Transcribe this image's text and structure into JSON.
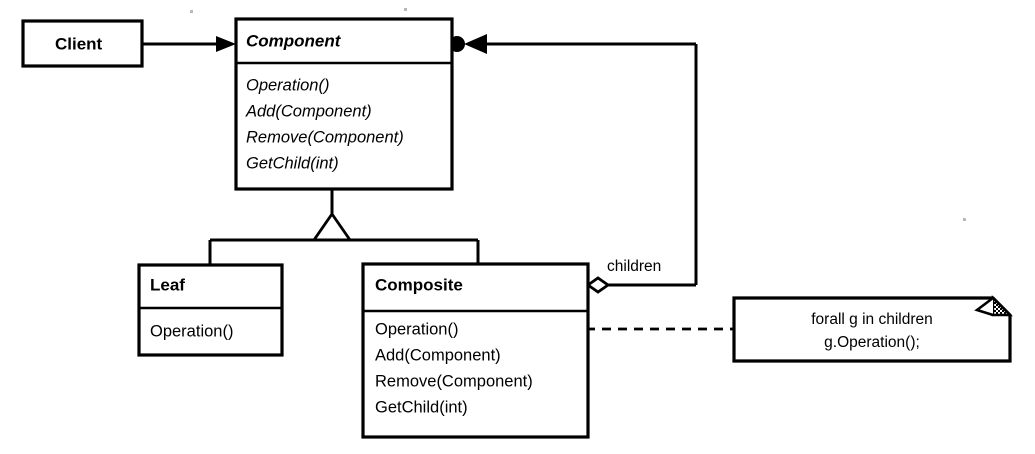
{
  "diagram": {
    "title": "Composite pattern class diagram",
    "kind": "uml-class-diagram",
    "colors": {
      "stroke": "#000000",
      "fill": "#ffffff",
      "background": "#ffffff",
      "hatch": "#000000"
    }
  },
  "classes": {
    "client": {
      "name": "Client",
      "abstract": false,
      "compartments": []
    },
    "component": {
      "name": "Component",
      "abstract": true,
      "operations": [
        "Operation()",
        "Add(Component)",
        "Remove(Component)",
        "GetChild(int)"
      ]
    },
    "leaf": {
      "name": "Leaf",
      "abstract": false,
      "operations": [
        "Operation()"
      ]
    },
    "composite": {
      "name": "Composite",
      "abstract": false,
      "operations": [
        "Operation()",
        "Add(Component)",
        "Remove(Component)",
        "GetChild(int)"
      ]
    }
  },
  "relations": {
    "client_to_component": {
      "type": "association",
      "from": "Client",
      "to": "Component",
      "arrow": "solid-arrowhead",
      "label": ""
    },
    "leaf_inheritance": {
      "type": "generalization",
      "from": "Leaf",
      "to": "Component",
      "arrow": "hollow-triangle",
      "label": ""
    },
    "composite_inheritance": {
      "type": "generalization",
      "from": "Composite",
      "to": "Component",
      "arrow": "hollow-triangle",
      "label": ""
    },
    "composite_aggregation": {
      "type": "aggregation",
      "from": "Composite",
      "to": "Component",
      "arrow": "hollow-diamond-and-solid-arrowhead",
      "label": "children"
    },
    "note_link": {
      "type": "note-anchor",
      "from": "Composite.Operation()",
      "to": "note",
      "arrow": "hollow-circle-dashed",
      "label": ""
    }
  },
  "note": {
    "lines": [
      "forall g in children",
      "g.Operation();"
    ],
    "dogear": true
  }
}
